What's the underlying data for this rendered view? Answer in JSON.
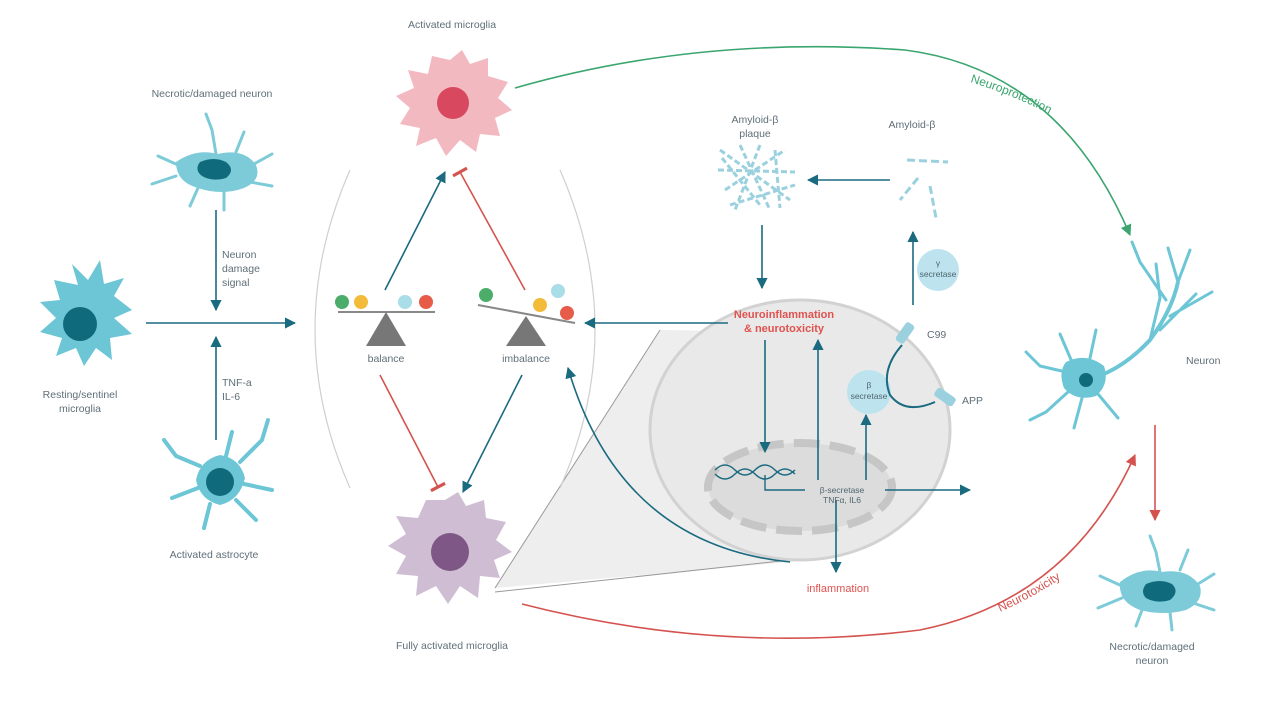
{
  "labels": {
    "activated_microglia": "Activated microglia",
    "necrotic_neuron_top": "Necrotic/damaged neuron",
    "neuron_damage_signal": [
      "Neuron",
      "damage",
      "signal"
    ],
    "resting_microglia": [
      "Resting/sentinel",
      "microglia"
    ],
    "tnf_il6": [
      "TNF-a",
      "IL-6"
    ],
    "activated_astrocyte": "Activated astrocyte",
    "balance": "balance",
    "imbalance": "imbalance",
    "fully_activated_microglia": "Fully activated microglia",
    "amyloid_plaque": [
      "Amyloid-β",
      "plaque"
    ],
    "amyloid_beta": "Amyloid-β",
    "gamma_secretase": [
      "γ",
      "secretase"
    ],
    "beta_secretase_circle": [
      "β",
      "secretase"
    ],
    "c99": "C99",
    "app": "APP",
    "neuroinflammation": [
      "Neuroinflammation",
      "& neurotoxicity"
    ],
    "beta_secretase_tnf": [
      "β-secretase",
      "TNFα, IL6"
    ],
    "inflammation": "inflammation",
    "neuroprotection": "Neuroprotection",
    "neurotoxicity": "Neurotoxicity",
    "neuron": "Neuron",
    "necrotic_neuron_bottom": [
      "Necrotic/damaged",
      "neuron"
    ]
  },
  "colors": {
    "teal_arrow": "#1a6a80",
    "red_inhibit": "#d5534f",
    "green_path": "#3aa56e",
    "cell_teal": "#6cc6d6",
    "cell_teal_nucleus": "#0f6b7c",
    "microglia_pink": "#f2b9c1",
    "microglia_pink_nucleus": "#d8485e",
    "microglia_purple": "#cfbdd4",
    "microglia_purple_nucleus": "#7e5786",
    "balls": [
      "#4cad6a",
      "#f2bb3a",
      "#a9dde8",
      "#e65c48"
    ]
  },
  "icons": [
    "microglia-cell",
    "neuron-cell",
    "astrocyte-cell",
    "balance-scale",
    "amyloid-plaque",
    "dna-strand"
  ]
}
